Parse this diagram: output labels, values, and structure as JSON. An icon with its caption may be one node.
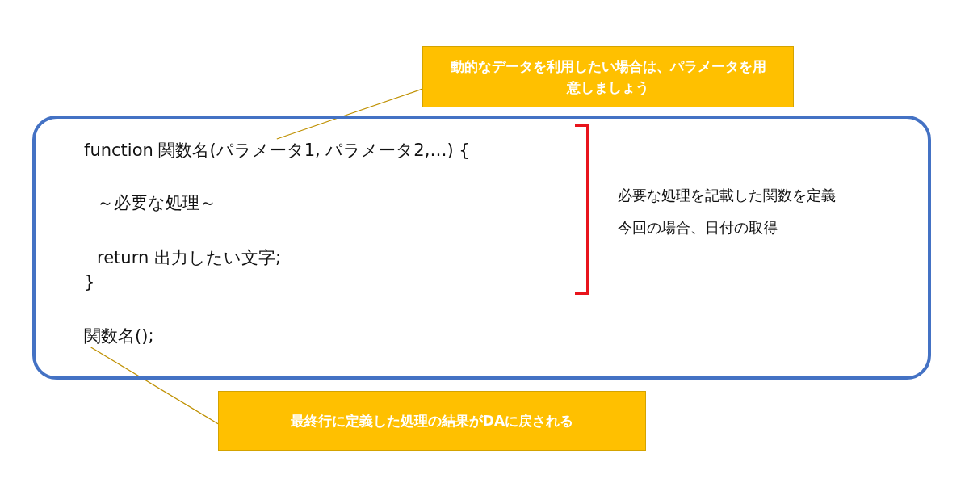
{
  "diagram": {
    "nodes": [
      {
        "text": [
          "動的なデータを利用したい場合は、パラメータを用意しましょう"
        ]
      },
      {
        "text": [
          "～必要な処理～",
          "return 出力したい文字;",
          "}",
          "必要な処理を記載した関数を定義",
          "今回の場合、日付の取得"
        ]
      },
      {
        "text": [
          "function 関数名(パラメータ1, パラメータ2,…) {"
        ],
        "in": 1
      },
      {
        "text": [
          "関数名();"
        ],
        "in": 1
      },
      {
        "text": [
          "最終行に定義した処理の結果がDAに戻される"
        ]
      }
    ],
    "edges": [
      {
        "from": 0,
        "to": 2,
        "arrow": "none"
      },
      {
        "from": 4,
        "to": 3,
        "arrow": "none"
      }
    ]
  }
}
